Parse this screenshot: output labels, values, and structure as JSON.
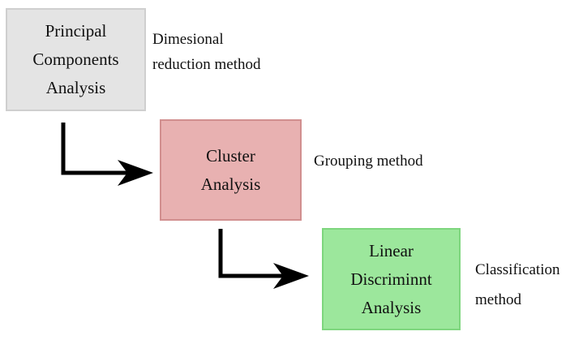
{
  "diagram": {
    "background_color": "#ffffff",
    "text_color": "#111111",
    "arrow_color": "#000000",
    "nodes": [
      {
        "id": "principal-components-analysis",
        "label_lines": [
          "Principal",
          "Components",
          "Analysis"
        ],
        "fill": "#e4e4e4",
        "border": "#cfcfcf",
        "annotation_lines": [
          "Dimesional",
          "reduction method"
        ]
      },
      {
        "id": "cluster-analysis",
        "label_lines": [
          "Cluster",
          "Analysis"
        ],
        "fill": "#e8b1b1",
        "border": "#d18f8f",
        "annotation_lines": [
          "Grouping method"
        ]
      },
      {
        "id": "linear-discriminant-analysis",
        "label_lines": [
          "Linear",
          "Discriminnt",
          "Analysis"
        ],
        "fill": "#9ce79c",
        "border": "#7ed67e",
        "annotation_lines": [
          "Classification",
          "method"
        ]
      }
    ]
  }
}
